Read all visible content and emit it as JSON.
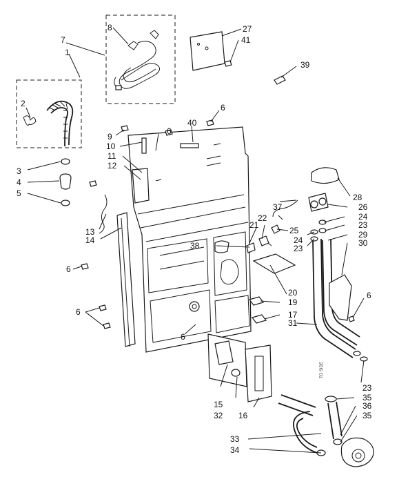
{
  "diagram": {
    "callouts": {
      "c1": "1",
      "c2": "2",
      "c3": "3",
      "c4": "4",
      "c5": "5",
      "c6a": "6",
      "c6b": "6",
      "c6c": "6",
      "c6d": "6",
      "c6e": "6",
      "c6f": "6",
      "c7": "7",
      "c8": "8",
      "c9": "9",
      "c10": "10",
      "c11": "11",
      "c12": "12",
      "c13": "13",
      "c14": "14",
      "c15": "15",
      "c16": "16",
      "c17": "17",
      "c19": "19",
      "c20": "20",
      "c21": "21",
      "c22": "22",
      "c23a": "23",
      "c23b": "23",
      "c23c": "23",
      "c24a": "24",
      "c24b": "24",
      "c25": "25",
      "c26": "26",
      "c27": "27",
      "c28": "28",
      "c29": "29",
      "c30": "30",
      "c31": "31",
      "c32": "32",
      "c33": "33",
      "c34": "34",
      "c35a": "35",
      "c35b": "35",
      "c36": "36",
      "c37": "37",
      "c38": "38",
      "c39": "39",
      "c40": "40",
      "c41": "41"
    },
    "hose_tag": "TO SIDE"
  }
}
